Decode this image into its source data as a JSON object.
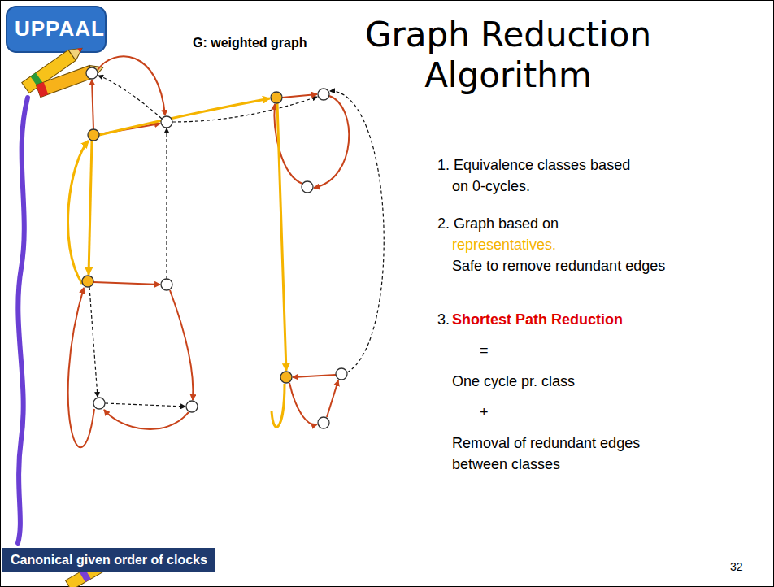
{
  "diagram": {
    "title": "Graph Reduction Algorithm",
    "nodes": [
      {
        "text": [
          "Canonical given order of clocks"
        ]
      }
    ],
    "labels": [
      "UPPAAL",
      "G: weighted graph",
      "1. Equivalence classes based on 0-cycles.",
      "2. Graph based on",
      "representatives.",
      "Safe to remove redundant edges",
      "3.",
      "Shortest Path Reduction",
      "=",
      "One cycle pr. class",
      "+",
      "Removal of redundant edges between classes",
      "32"
    ]
  }
}
